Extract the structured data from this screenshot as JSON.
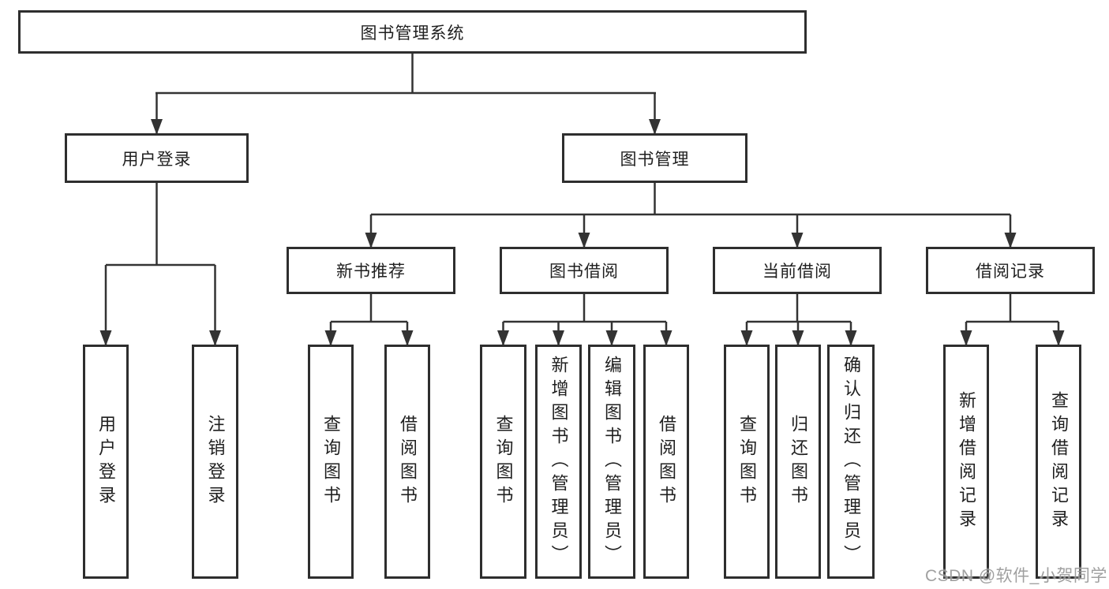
{
  "diagram": {
    "root": {
      "label": "图书管理系统"
    },
    "level2": [
      {
        "label": "用户登录"
      },
      {
        "label": "图书管理"
      }
    ],
    "level3": [
      {
        "label": "新书推荐"
      },
      {
        "label": "图书借阅"
      },
      {
        "label": "当前借阅"
      },
      {
        "label": "借阅记录"
      }
    ],
    "leaves": {
      "user_login": [
        {
          "label": "用户登录"
        },
        {
          "label": "注销登录"
        }
      ],
      "new_book_recommend": [
        {
          "label": "查询图书"
        },
        {
          "label": "借阅图书"
        }
      ],
      "book_borrow": [
        {
          "label": "查询图书"
        },
        {
          "label": "新增图书（管理员）"
        },
        {
          "label": "编辑图书（管理员）"
        },
        {
          "label": "借阅图书"
        }
      ],
      "current_borrow": [
        {
          "label": "查询图书"
        },
        {
          "label": "归还图书"
        },
        {
          "label": "确认归还（管理员）"
        }
      ],
      "borrow_records": [
        {
          "label": "新增借阅记录"
        },
        {
          "label": "查询借阅记录"
        }
      ]
    }
  },
  "watermark": {
    "text": "CSDN @软件_小贺同学",
    "color": "#8f8f8f"
  },
  "colors": {
    "line": "#333333",
    "box_border": "#2e2e2e",
    "text": "#1f1f1f",
    "background": "#ffffff"
  }
}
